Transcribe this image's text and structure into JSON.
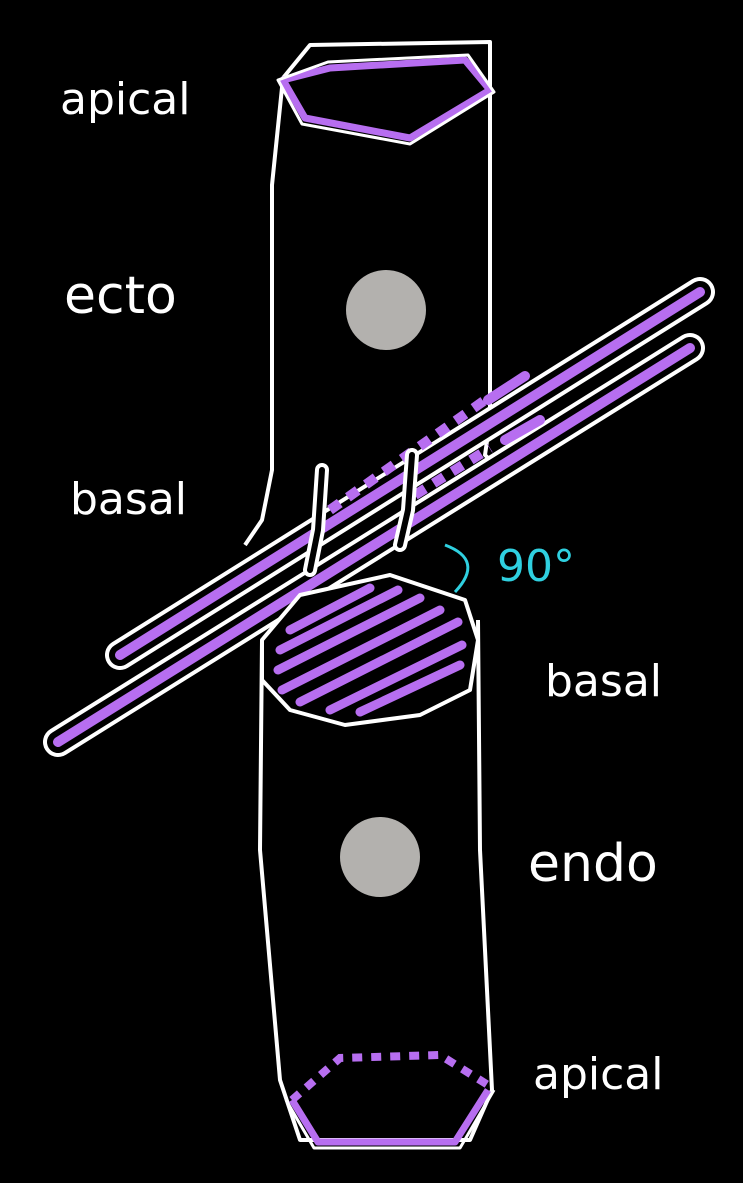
{
  "labels": {
    "apical_top": "apical",
    "ecto": "ecto",
    "basal_top": "basal",
    "angle": "90°",
    "basal_bottom": "basal",
    "endo": "endo",
    "apical_bottom": "apical"
  },
  "colors": {
    "background": "#000000",
    "outline": "#ffffff",
    "fibre": "#b76ef0",
    "nucleus": "#b3b1ae",
    "angle": "#2fd0e0"
  }
}
